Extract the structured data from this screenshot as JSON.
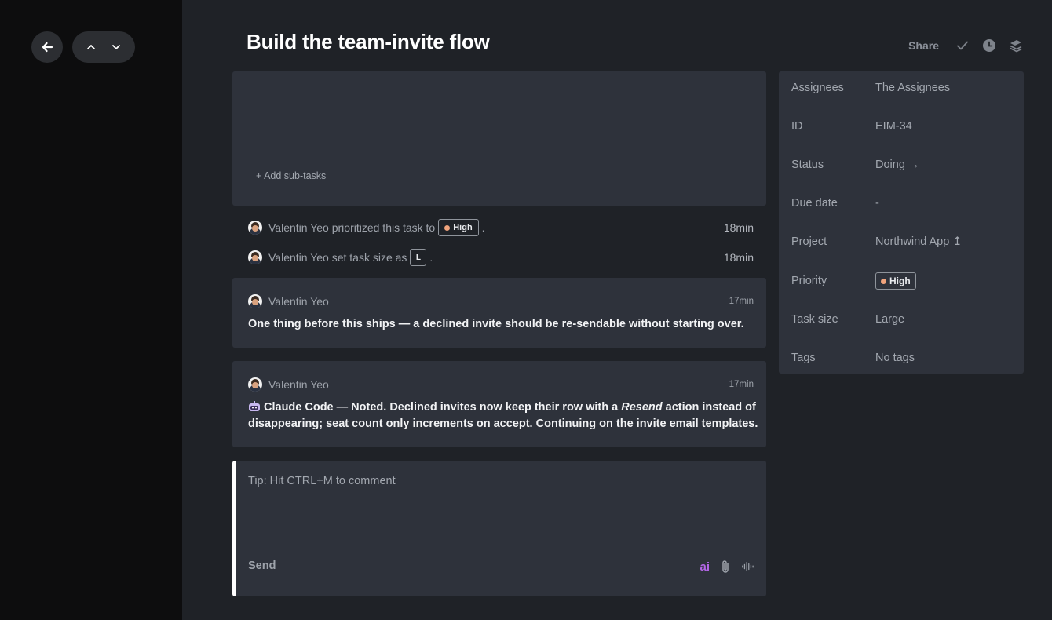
{
  "header": {
    "title": "Build the team-invite flow",
    "share_label": "Share"
  },
  "subtasks": {
    "add_label": "+ Add sub-tasks"
  },
  "activity": [
    {
      "actor": "Valentin Yeo",
      "text": "prioritized this task to",
      "chip": "High",
      "suffix": ".",
      "time": "18min"
    },
    {
      "actor": "Valentin Yeo",
      "text": "set task size as",
      "chip": "L",
      "suffix": ".",
      "time": "18min"
    }
  ],
  "comments": [
    {
      "author": "Valentin Yeo",
      "time": "17min",
      "body": "One thing before this ships — a declined invite should be re-sendable without starting over."
    },
    {
      "author": "Valentin Yeo",
      "time": "17min",
      "agent_name": "Claude Code",
      "body_part1": " — Noted. Declined invites now keep their row with a ",
      "body_em": "Resend",
      "body_part2": " action instead of disappearing; seat count only increments on accept. Continuing on the invite email templates."
    }
  ],
  "composer": {
    "placeholder": "Tip: Hit CTRL+M to comment",
    "send_label": "Send",
    "ai_label": "ai"
  },
  "properties": [
    {
      "label": "Assignees",
      "value": "The Assignees"
    },
    {
      "label": "ID",
      "value": "EIM-34"
    },
    {
      "label": "Status",
      "value": "Doing →"
    },
    {
      "label": "Due date",
      "value": "-"
    },
    {
      "label": "Project",
      "value": "Northwind App ↥"
    },
    {
      "label": "Priority",
      "value": "High"
    },
    {
      "label": "Task size",
      "value": "Large"
    },
    {
      "label": "Tags",
      "value": "No tags"
    }
  ],
  "colors": {
    "priority_high_dot": "#f0a37c",
    "ai_accent": "#b366e6",
    "panel_bg": "#2e323b",
    "page_bg": "#1f2227",
    "rail_bg": "#0d0d0e"
  },
  "icons": {
    "back": "arrow-left-icon",
    "prev": "chevron-up-icon",
    "next": "chevron-down-icon",
    "done": "check-icon",
    "history": "clock-icon",
    "layers": "layers-icon",
    "attach": "paperclip-icon",
    "voice": "waveform-icon"
  }
}
